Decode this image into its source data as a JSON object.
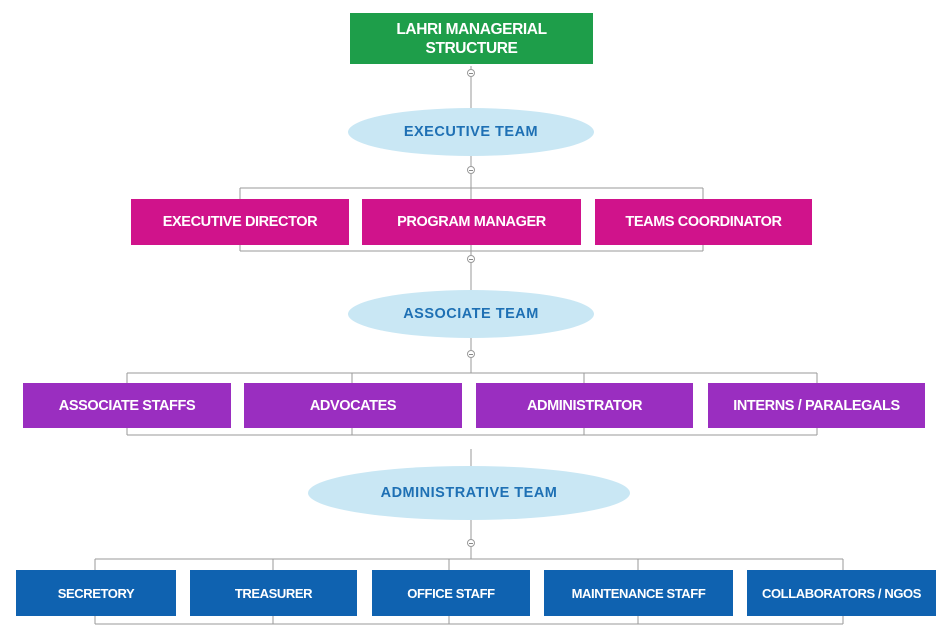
{
  "root": {
    "lines": [
      "LAHRI MANAGERIAL",
      "STRUCTURE"
    ]
  },
  "teams": [
    {
      "label": "EXECUTIVE TEAM",
      "members": [
        "EXECUTIVE DIRECTOR",
        "PROGRAM MANAGER",
        "TEAMS COORDINATOR"
      ],
      "color": "#d0138b"
    },
    {
      "label": "ASSOCIATE TEAM",
      "members": [
        "ASSOCIATE STAFFS",
        "ADVOCATES",
        "ADMINISTRATOR",
        "INTERNS / PARALEGALS"
      ],
      "color": "#9a2ec0"
    },
    {
      "label": "ADMINISTRATIVE TEAM",
      "members": [
        "SECRETORY",
        "TREASURER",
        "OFFICE STAFF",
        "MAINTENANCE STAFF",
        "COLLABORATORS / NGOS"
      ],
      "color": "#0f62b0"
    }
  ],
  "colors": {
    "root": "#1e9e4a",
    "team_oval": "#c9e7f4",
    "team_text": "#1e70b4",
    "connector": "#9a9a9a"
  },
  "icons": {
    "collapse_toggle": "collapse-toggle-icon"
  }
}
